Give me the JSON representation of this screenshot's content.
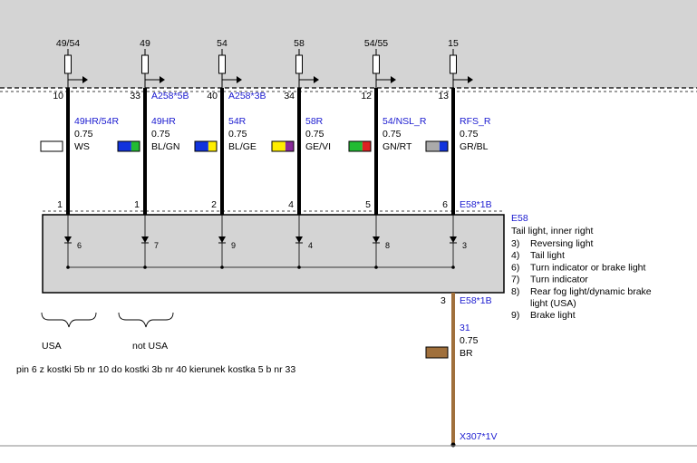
{
  "colors": {
    "gray_area": "#d4d4d4",
    "label_blue": "#1a1ad0",
    "wire_black": "#000000",
    "wire_brown": "#a0703c"
  },
  "fuses": [
    "49/54",
    "49",
    "54",
    "58",
    "54/55",
    "15"
  ],
  "wires": [
    {
      "pin_top": "10",
      "conn": "",
      "signal": "49HR/54R",
      "gauge": "0.75",
      "color_code": "WS",
      "swatch": [
        "#ffffff"
      ],
      "pin_bottom": "1",
      "led": "6"
    },
    {
      "pin_top": "33",
      "conn": "A258*5B",
      "signal": "49HR",
      "gauge": "0.75",
      "color_code": "BL/GN",
      "swatch": [
        "#1133dd",
        "#22bb33"
      ],
      "pin_bottom": "1",
      "led": "7"
    },
    {
      "pin_top": "40",
      "conn": "A258*3B",
      "signal": "54R",
      "gauge": "0.75",
      "color_code": "BL/GE",
      "swatch": [
        "#1133dd",
        "#ffee00"
      ],
      "pin_bottom": "2",
      "led": "9"
    },
    {
      "pin_top": "34",
      "conn": "",
      "signal": "58R",
      "gauge": "0.75",
      "color_code": "GE/VI",
      "swatch": [
        "#ffee00",
        "#8a2a9a"
      ],
      "pin_bottom": "4",
      "led": "4"
    },
    {
      "pin_top": "12",
      "conn": "",
      "signal": "54/NSL_R",
      "gauge": "0.75",
      "color_code": "GN/RT",
      "swatch": [
        "#22bb33",
        "#dd2222"
      ],
      "pin_bottom": "5",
      "led": "8"
    },
    {
      "pin_top": "13",
      "conn": "",
      "signal": "RFS_R",
      "gauge": "0.75",
      "color_code": "GR/BL",
      "swatch": [
        "#aaaaaa",
        "#1133dd"
      ],
      "pin_bottom": "6",
      "led": "3"
    }
  ],
  "connector_top": "E58*1B",
  "component": {
    "id": "E58",
    "title": "Tail light, inner right",
    "legend": [
      {
        "num": "3)",
        "text": "Reversing light"
      },
      {
        "num": "4)",
        "text": "Tail light"
      },
      {
        "num": "6)",
        "text": "Turn indicator or brake light"
      },
      {
        "num": "7)",
        "text": "Turn indicator"
      },
      {
        "num": "8)",
        "text": "Rear fog light/dynamic brake"
      },
      {
        "num": "",
        "text": "light (USA)"
      },
      {
        "num": "9)",
        "text": "Brake light"
      }
    ]
  },
  "ground": {
    "pin": "3",
    "conn": "E58*1B",
    "signal": "31",
    "gauge": "0.75",
    "color_code": "BR",
    "swatch": "#a0703c",
    "end_conn": "X307*1V"
  },
  "brace_labels": [
    "USA",
    "not USA"
  ],
  "note": "pin 6 z kostki 5b nr 10 do kostki 3b nr 40 kierunek kostka 5 b nr 33"
}
